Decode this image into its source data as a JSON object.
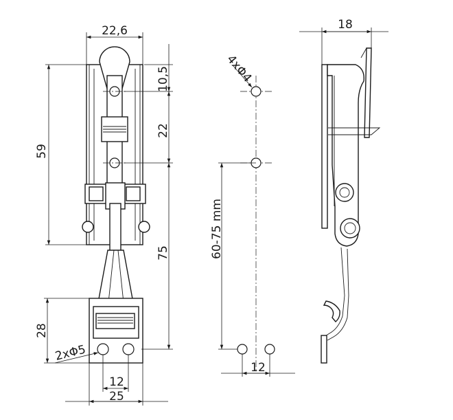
{
  "front_view": {
    "width_dim": "22,6",
    "height_dim": "59",
    "hole_pitch_upper": "10,5",
    "hole_pitch_mid": "22",
    "keeper_distance": "75",
    "keeper_height": "28",
    "keeper_holes": "2xΦ5",
    "keeper_hole_spacing": "12",
    "keeper_width": "25"
  },
  "center_view": {
    "base_holes": "4xΦ4",
    "adjust_range": "60-75 mm",
    "keeper_hole_spacing": "12"
  },
  "side_view": {
    "depth_dim": "18"
  }
}
